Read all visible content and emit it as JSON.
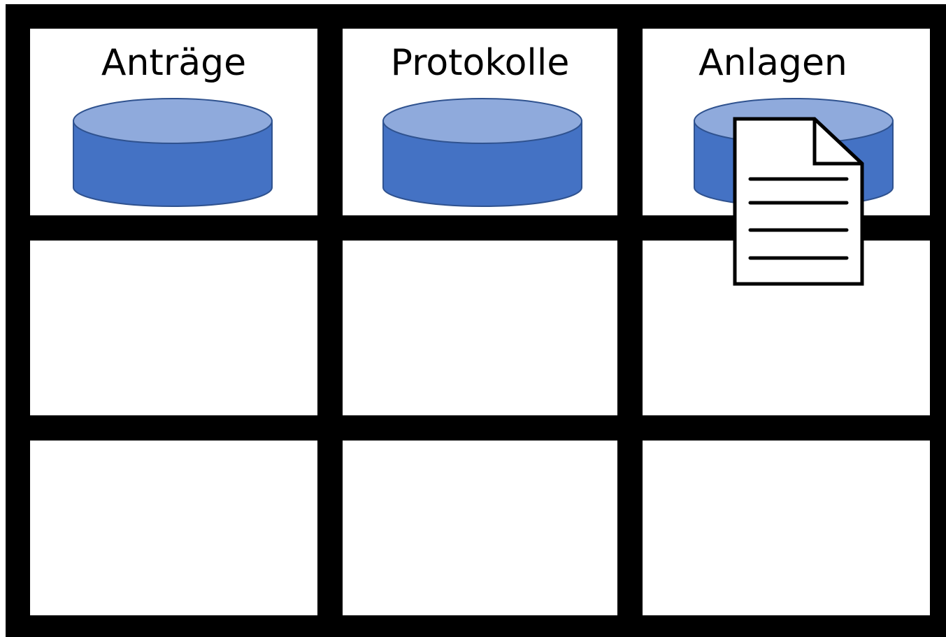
{
  "grid": {
    "rows": 3,
    "columns": 3,
    "headers": [
      {
        "label": "Anträge",
        "icon": "database-icon"
      },
      {
        "label": "Protokolle",
        "icon": "database-icon"
      },
      {
        "label": "Anlagen",
        "icon": "database-icon"
      }
    ]
  },
  "overlay": {
    "icon": "document-icon"
  },
  "colors": {
    "board": "#000000",
    "cell": "#ffffff",
    "cylinder_top": "#8faadc",
    "cylinder_body": "#4472c4",
    "cylinder_stroke": "#2f528f",
    "document_fill": "#ffffff",
    "document_stroke": "#000000"
  }
}
